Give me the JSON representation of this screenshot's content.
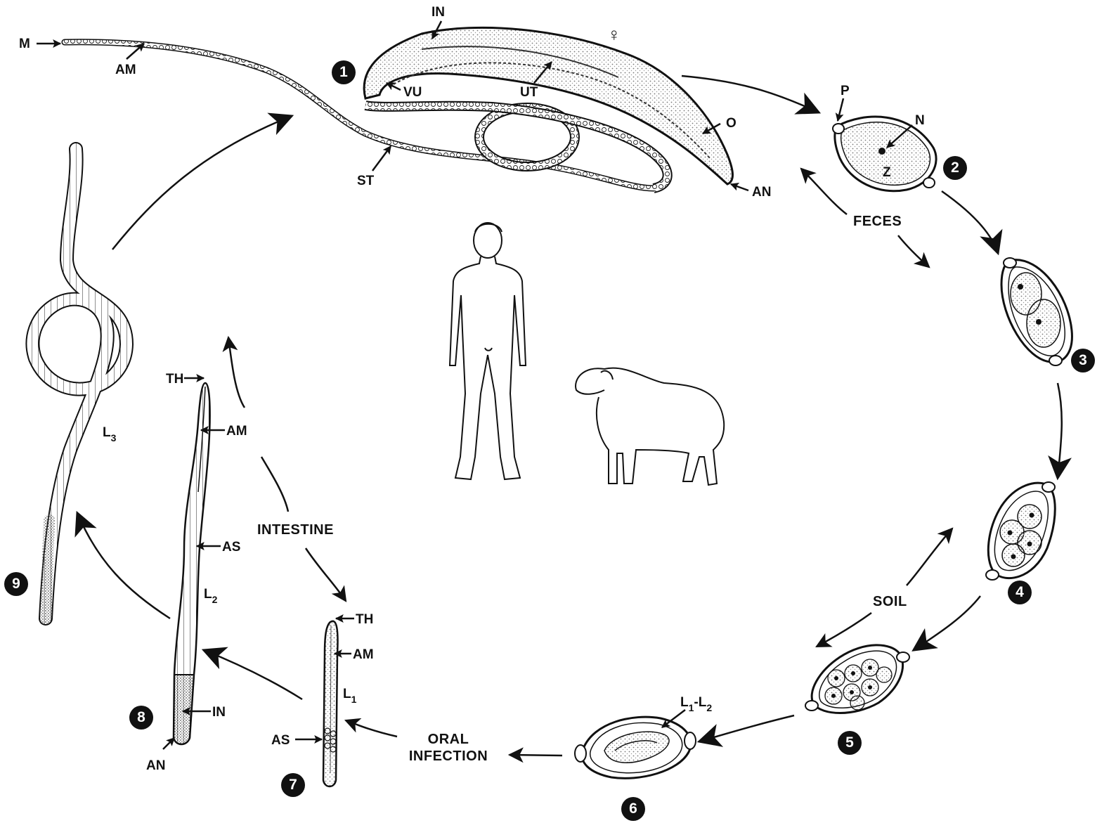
{
  "colors": {
    "ink": "#111111",
    "stipple": "#9a9a9a",
    "paper": "#ffffff"
  },
  "stages": [
    "1",
    "2",
    "3",
    "4",
    "5",
    "6",
    "7",
    "8",
    "9"
  ],
  "stage_icons": {
    "1": "adult-female-worm-icon",
    "2": "unembryonated-egg-icon",
    "3": "two-cell-egg-icon",
    "4": "four-cell-egg-icon",
    "5": "morula-egg-icon",
    "6": "larvated-egg-icon",
    "7": "l1-larva-icon",
    "8": "l2-larva-icon",
    "9": "l3-larva-icon"
  },
  "host_icons": [
    "human-host-icon",
    "sheep-host-icon"
  ],
  "labels": {
    "adult": {
      "in": "IN",
      "female": "♀",
      "m": "M",
      "am": "AM",
      "vu": "VU",
      "ut": "UT",
      "o": "O",
      "st": "ST",
      "an": "AN"
    },
    "egg": {
      "p": "P",
      "n": "N",
      "z": "Z"
    },
    "larva6": {
      "main": "L",
      "sub1": "1",
      "dash": "-L",
      "sub2": "2"
    },
    "larva7": {
      "th": "TH",
      "am": "AM",
      "l": "L",
      "lsub": "1",
      "as": "AS"
    },
    "larva8": {
      "th": "TH",
      "am": "AM",
      "as": "AS",
      "l": "L",
      "lsub": "2",
      "in": "IN",
      "an": "AN"
    },
    "larva9": {
      "l": "L",
      "lsub": "3"
    }
  },
  "route_labels": {
    "feces": "FECES",
    "soil": "SOIL",
    "oral_line1": "ORAL",
    "oral_line2": "INFECTION",
    "intestine": "INTESTINE"
  }
}
